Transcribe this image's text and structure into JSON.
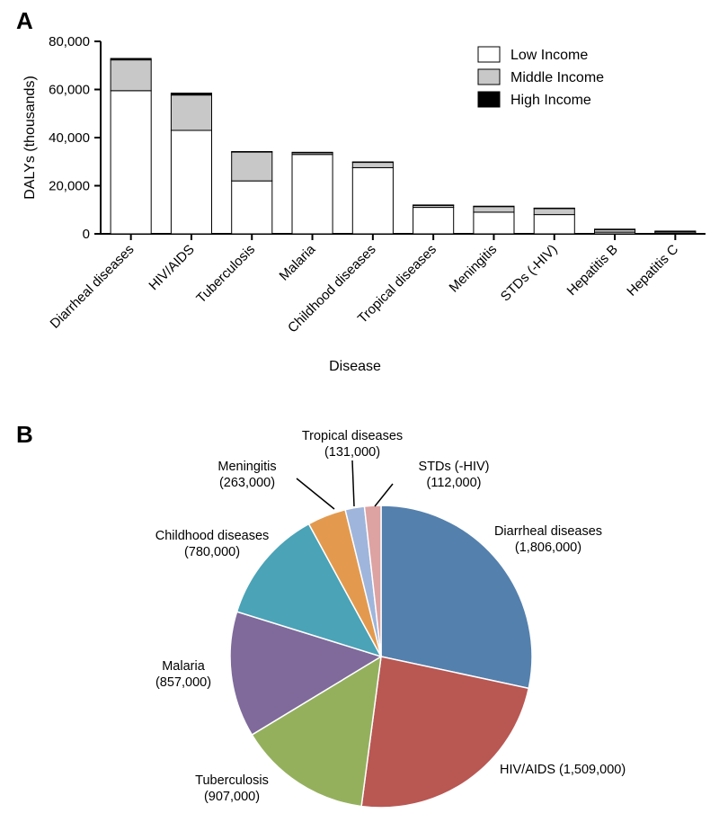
{
  "panels": {
    "a": "A",
    "b": "B"
  },
  "chart_data": [
    {
      "type": "bar",
      "stacked": true,
      "panel": "A",
      "xlabel": "Disease",
      "ylabel": "DALYs (thousands)",
      "ylim": [
        0,
        80000
      ],
      "yticks": [
        "0",
        "20,000",
        "40,000",
        "60,000",
        "80,000"
      ],
      "ytick_values": [
        0,
        20000,
        40000,
        60000,
        80000
      ],
      "categories": [
        "Diarrheal diseases",
        "HIV/AIDS",
        "Tuberculosis",
        "Malaria",
        "Childhood diseases",
        "Tropical diseases",
        "Meningitis",
        "STDs (-HIV)",
        "Hepatitis B",
        "Hepatitis C"
      ],
      "series": [
        {
          "name": "Low Income",
          "color": "#ffffff",
          "values": [
            59500,
            43000,
            22000,
            33000,
            27500,
            11000,
            9000,
            8000,
            700,
            400
          ]
        },
        {
          "name": "Middle Income",
          "color": "#c8c8c8",
          "values": [
            12800,
            14700,
            12000,
            800,
            2300,
            900,
            2400,
            2600,
            1100,
            600
          ]
        },
        {
          "name": "High Income",
          "color": "#000000",
          "values": [
            600,
            800,
            200,
            100,
            100,
            100,
            100,
            100,
            150,
            150
          ]
        }
      ],
      "legend_position": "top-right",
      "grid": false
    },
    {
      "type": "pie",
      "panel": "B",
      "slices": [
        {
          "label": "Diarrheal diseases",
          "value_text": "(1,806,000)",
          "value": 1806000,
          "color": "#5480ad"
        },
        {
          "label": "HIV/AIDS",
          "value_text": "(1,509,000)",
          "value": 1509000,
          "color": "#b95753"
        },
        {
          "label": "Tuberculosis",
          "value_text": "(907,000)",
          "value": 907000,
          "color": "#94b05d"
        },
        {
          "label": "Malaria",
          "value_text": "(857,000)",
          "value": 857000,
          "color": "#7f6a9b"
        },
        {
          "label": "Childhood diseases",
          "value_text": "(780,000)",
          "value": 780000,
          "color": "#4aa3b7"
        },
        {
          "label": "Meningitis",
          "value_text": "(263,000)",
          "value": 263000,
          "color": "#e39a4e"
        },
        {
          "label": "Tropical diseases",
          "value_text": "(131,000)",
          "value": 131000,
          "color": "#9fb5db"
        },
        {
          "label": "STDs (-HIV)",
          "value_text": "(112,000)",
          "value": 112000,
          "color": "#dda2a2"
        }
      ]
    }
  ]
}
